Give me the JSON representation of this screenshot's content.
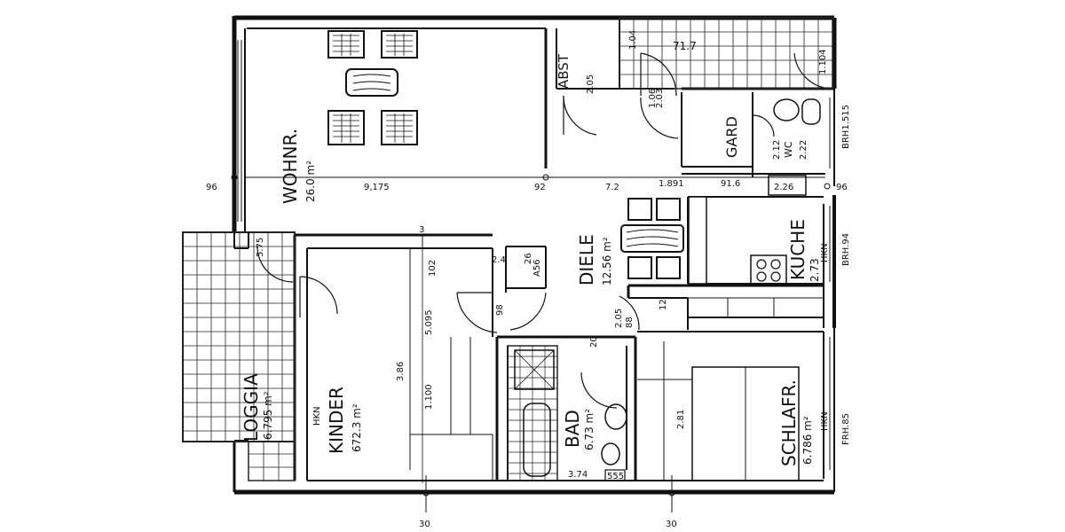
{
  "rooms": {
    "wohnr": {
      "name": "WOHNR.",
      "area": "26.0 m²"
    },
    "diele": {
      "name": "DIELE",
      "area": "12.56 m²"
    },
    "kuche": {
      "name": "KUCHE",
      "area": "2.73"
    },
    "kinder": {
      "name": "KINDER",
      "area": "672.3 m²"
    },
    "bad": {
      "name": "BAD",
      "area": "6.73 m²"
    },
    "schlafr": {
      "name": "SCHLAFR.",
      "area": "6.786 m²"
    },
    "loggia": {
      "name": "LOGGIA",
      "area": "6.795 m²"
    },
    "gard": {
      "name": "GARD"
    },
    "abst": {
      "name": "ABST"
    },
    "wc": {
      "name": "WC"
    }
  },
  "dimensions": {
    "d96_left": "96",
    "d9175": "9,175",
    "d92": "92",
    "d72": "7.2",
    "d1891": "1.891",
    "d916": "91.6",
    "d96_right": "96",
    "d30_a": "30",
    "d30_b": "30",
    "d3": "3",
    "d102": "102",
    "d5095": "5.095",
    "d386": "3.86",
    "d1100": "1.100",
    "d281": "2.81",
    "d104": "1.04",
    "d1104": "1.104",
    "d717": "71.7",
    "d205": "2.05",
    "d203": "2.03",
    "d106": "1.06",
    "d222": "2.22",
    "d212": "2.12",
    "d575": "5.75",
    "d98": "98",
    "d88": "88",
    "d205b": "2.05",
    "d20": "20",
    "d56": "A56",
    "d26": "26",
    "d24": "2.4",
    "d12": "12",
    "d555": "555",
    "d374": "3.74",
    "d226": "2.26"
  },
  "side_labels": {
    "brh1515": "BRH1.515",
    "brh94": "BRH.94",
    "frh85": "FRH.85",
    "hkn_kuche": "HKN",
    "hkn_schlafr": "HKN",
    "hkn_kinder": "HKN"
  }
}
